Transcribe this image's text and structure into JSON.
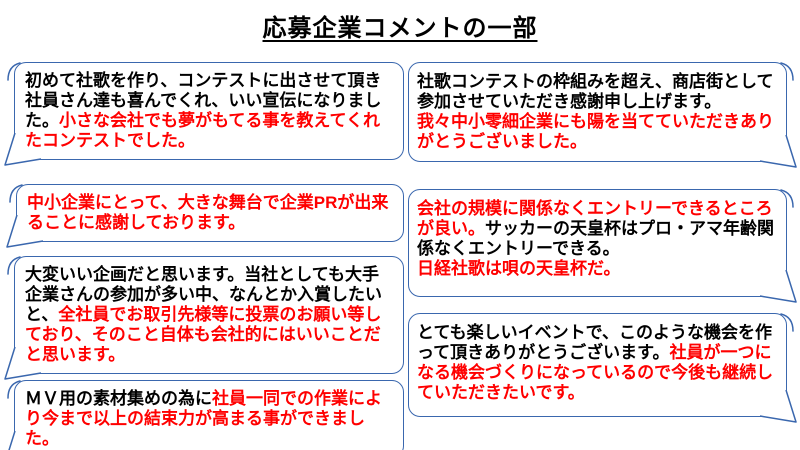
{
  "title": "応募企業コメントの一部",
  "colors": {
    "bubble_border": "#3a67ae",
    "highlight_red": "#ff0000",
    "text_black": "#000000",
    "background": "#ffffff"
  },
  "bubbles": {
    "left": [
      {
        "segments": [
          {
            "text": "初めて社歌を作り、コンテストに出させて頂き社員さん達も喜んでくれ、いい宣伝になりました。",
            "color": "black"
          },
          {
            "text": "小さな会社でも夢がもてる事を教えてくれたコンテストでした。",
            "color": "red"
          }
        ]
      },
      {
        "segments": [
          {
            "text": "中小企業にとって、大きな舞台で企業PRが出来ることに感謝しております。",
            "color": "red"
          }
        ]
      },
      {
        "segments": [
          {
            "text": "大変いい企画だと思います。当社としても大手企業さんの参加が多い中、なんとか入賞したいと、",
            "color": "black"
          },
          {
            "text": "全社員でお取引先様等に投票のお願い等しており、そのこと自体も会社的にはいいことだと思います。",
            "color": "red"
          }
        ]
      },
      {
        "segments": [
          {
            "text": "ＭＶ用の素材集めの為に",
            "color": "black"
          },
          {
            "text": "社員一同での作業により今まで以上の結束力が高まる事ができました。",
            "color": "red"
          }
        ]
      }
    ],
    "right": [
      {
        "segments": [
          {
            "text": "社歌コンテストの枠組みを超え、商店街として参加させていただき感謝申し上げます。",
            "color": "black"
          },
          {
            "text": "我々中小零細企業にも陽を当てていただきありがとうございました。",
            "color": "red",
            "break_before": true
          }
        ]
      },
      {
        "segments": [
          {
            "text": "会社の規模に関係なくエントリーできるところが良い。",
            "color": "red"
          },
          {
            "text": "サッカーの天皇杯はプロ・アマ年齢関係なくエントリーできる。",
            "color": "black"
          },
          {
            "text": "日経社歌は唄の天皇杯だ。",
            "color": "red",
            "break_before": true
          }
        ]
      },
      {
        "segments": [
          {
            "text": "とても楽しいイベントで、このような機会を作って頂きありがとうございます。",
            "color": "black"
          },
          {
            "text": "社員が一つになる機会づくりになっているので今後も継続していただきたいです。",
            "color": "red"
          }
        ]
      }
    ]
  }
}
